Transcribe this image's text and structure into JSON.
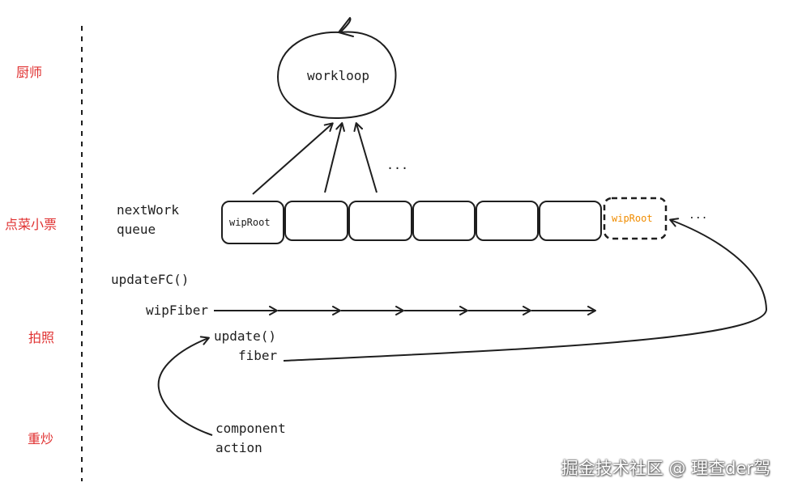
{
  "layers": [
    "厨师",
    "点菜小票",
    "拍照",
    "重炒"
  ],
  "workloop_label": "workloop",
  "ellipsis_top": "...",
  "queue_label_line1": "nextWork",
  "queue_label_line2": "queue",
  "queue_cells": [
    "wipRoot",
    "",
    "",
    "",
    "",
    "",
    "wipRoot"
  ],
  "queue_ellipsis": "...",
  "update_fc_label": "updateFC()",
  "wip_fiber_label": "wipFiber",
  "update_label_line1": "update()",
  "update_label_line2": "fiber",
  "component_action_line1": "component",
  "component_action_line2": "action",
  "watermark": "掘金技术社区 @ 理查der驾",
  "colors": {
    "red": "#e03131",
    "ink": "#1e1e1e",
    "orange": "#f08c00"
  }
}
